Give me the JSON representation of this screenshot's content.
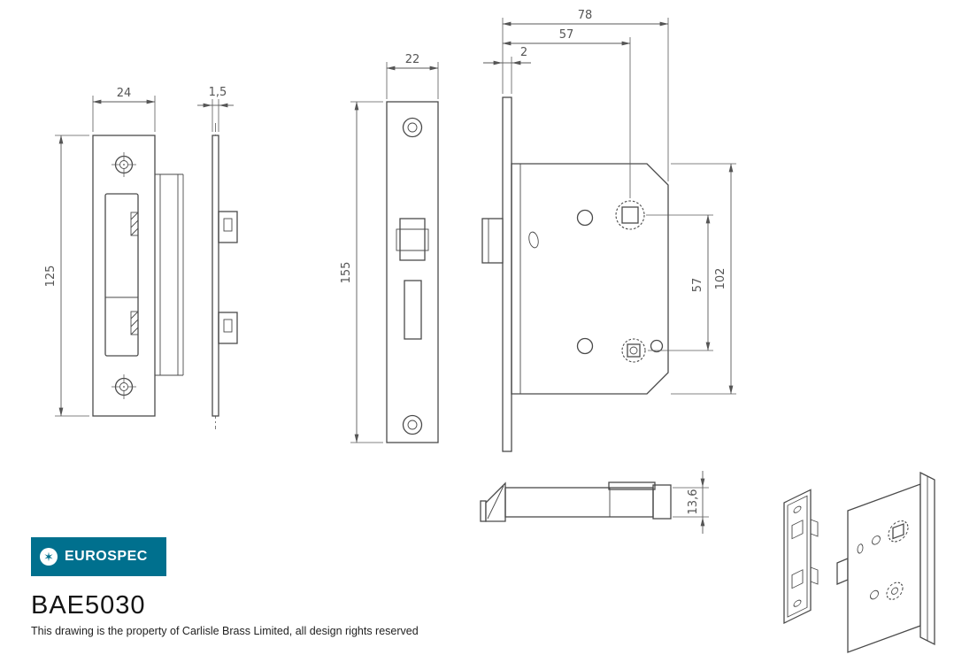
{
  "sheet": {
    "background": "#ffffff",
    "line_color": "#4a4a4a",
    "dim_color": "#5a5a5a"
  },
  "brand": {
    "logo_text": "EUROSPEC",
    "logo_icon": "star-in-circle",
    "logo_icon_glyph": "✶",
    "logo_bg_color": "#00708E",
    "product_code": "BAE5030",
    "copyright": "This drawing is the property of Carlisle Brass Limited, all design rights reserved"
  },
  "dims": {
    "strike_width": "24",
    "strike_thickness": "1,5",
    "strike_height": "125",
    "faceplate_width": "22",
    "faceplate_height": "155",
    "case_depth": "78",
    "backset": "57",
    "forend_thickness": "2",
    "case_height": "102",
    "follower_centres": "57",
    "latch_height": "13,6"
  }
}
